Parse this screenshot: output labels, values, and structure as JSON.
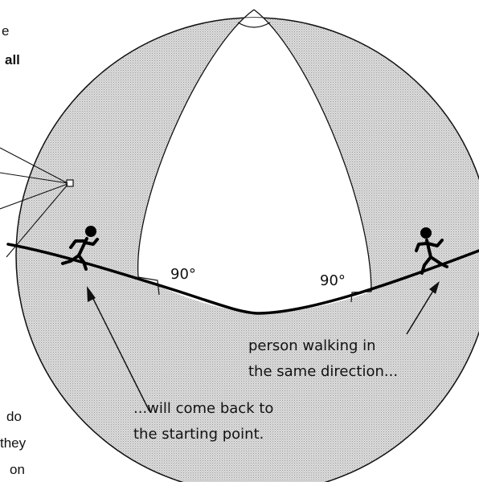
{
  "diagram": {
    "colors": {
      "sphere_fill": "#d6d6d6",
      "lune_fill": "#ffffff",
      "stroke": "#111111",
      "equator": "#000000"
    },
    "angles": {
      "left": "90°",
      "right": "90°"
    },
    "callouts": {
      "right_line1": "person walking in",
      "right_line2": "the same direction...",
      "left_line1": "...will come back to",
      "left_line2": "the starting point."
    },
    "edge_fragments": {
      "top_1": "e",
      "top_2": "all",
      "bottom_1": "do",
      "bottom_2": "they",
      "bottom_3": "on"
    },
    "icons": {
      "walker_left": "walking-person-icon",
      "walker_right": "walking-person-icon"
    }
  }
}
